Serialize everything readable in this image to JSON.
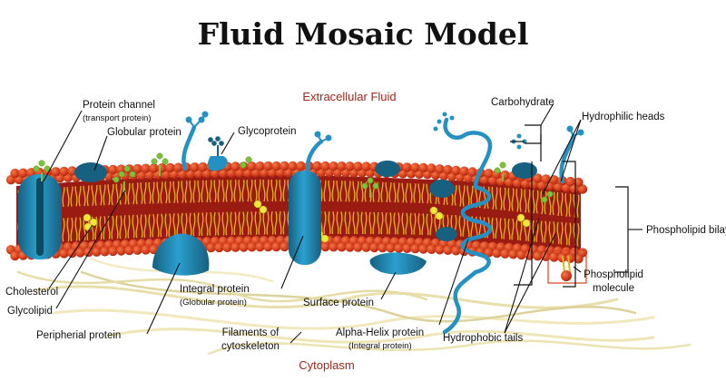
{
  "title": "Fluid Mosaic Model",
  "regions": {
    "extracellular": "Extracellular Fluid",
    "cytoplasm": "Cytoplasm"
  },
  "labels": {
    "protein_channel": "Protein channel",
    "protein_channel_sub": "(transport protein)",
    "globular_protein": "Globular protein",
    "glycoprotein": "Glycoprotein",
    "carbohydrate": "Carbohydrate",
    "hydrophilic_heads": "Hydrophilic heads",
    "phospholipid_bilayer": "Phospholipid bilayer",
    "phospholipid_molecule_1": "Phospholipid",
    "phospholipid_molecule_2": "molecule",
    "cholesterol": "Cholesterol",
    "glycolipid": "Glycolipid",
    "peripherial_protein": "Peripherial protein",
    "integral_protein": "Integral protein",
    "integral_protein_sub": "(Globular protein)",
    "surface_protein": "Surface protein",
    "filaments_1": "Filaments of",
    "filaments_2": "cytoskeleton",
    "alpha_helix": "Alpha-Helix protein",
    "alpha_helix_sub": "(Integral protein)",
    "hydrophobic_tails": "Hydrophobic tails"
  },
  "colors": {
    "phospholipid_head": "#d8421f",
    "membrane_core": "#9a1b12",
    "lipid_tail": "#e6b21c",
    "protein": "#2591c2",
    "protein_dark": "#17607f",
    "carbohydrate_green": "#7fc13a",
    "cholesterol_yellow": "#f1e63a",
    "region_text": "#a0281b",
    "filament": "#ece3b2"
  }
}
